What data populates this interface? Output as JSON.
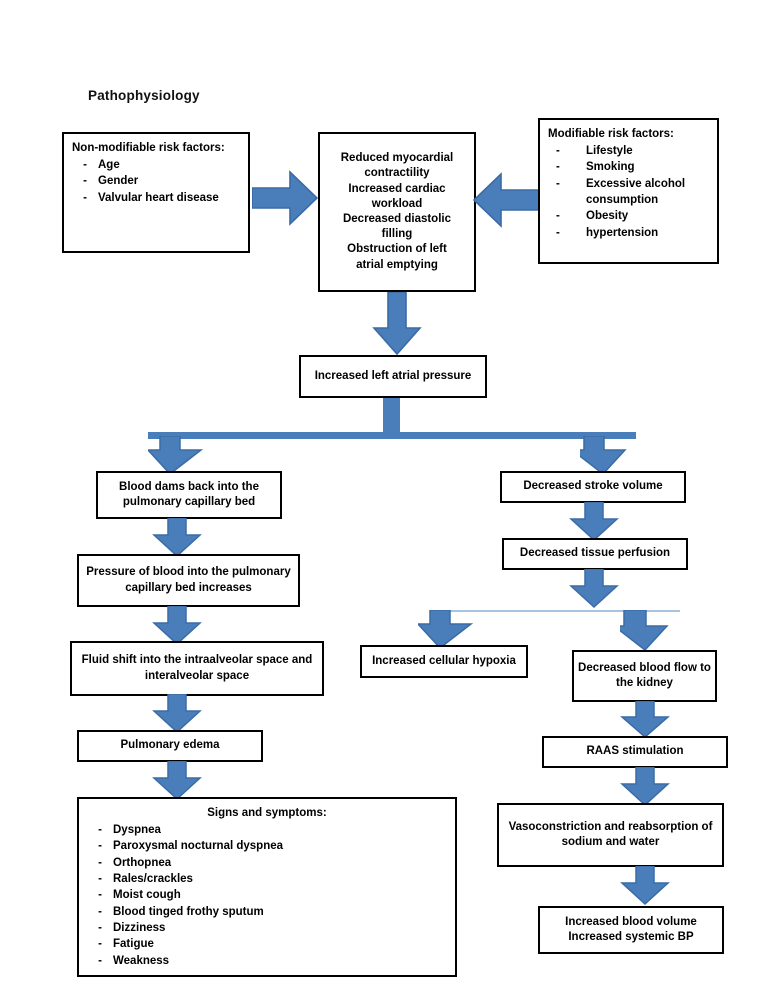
{
  "diagram": {
    "title": "Pathophysiology",
    "accent_color": "#4a7ebb",
    "accent_stroke": "#3a6ba5",
    "box_border_color": "#000000",
    "connector_thin_color": "#a8c4e0"
  },
  "boxes": {
    "non_modifiable": {
      "header": "Non-modifiable risk factors:",
      "items": [
        "Age",
        "Gender",
        "Valvular heart disease"
      ]
    },
    "cardiac_effects": {
      "lines": [
        "Reduced myocardial",
        "contractility",
        "Increased cardiac",
        "workload",
        "Decreased diastolic",
        "filling",
        "Obstruction of left",
        "atrial emptying"
      ]
    },
    "modifiable": {
      "header": "Modifiable risk factors:",
      "items": [
        "Lifestyle",
        "Smoking",
        "Excessive alcohol consumption",
        "Obesity",
        "hypertension"
      ]
    },
    "left_atrial_pressure": {
      "text": "Increased left atrial pressure"
    },
    "blood_dams": {
      "text": "Blood dams back into the pulmonary capillary bed"
    },
    "pressure_increases": {
      "text": "Pressure of blood into the pulmonary capillary bed increases"
    },
    "fluid_shift": {
      "text": "Fluid shift into the intraalveolar space and interalveolar space"
    },
    "pulmonary_edema": {
      "text": "Pulmonary edema"
    },
    "signs_symptoms": {
      "header": "Signs and symptoms:",
      "items": [
        "Dyspnea",
        "Paroxysmal nocturnal dyspnea",
        "Orthopnea",
        "Rales/crackles",
        "Moist cough",
        "Blood tinged frothy sputum",
        "Dizziness",
        "Fatigue",
        "Weakness"
      ]
    },
    "stroke_volume": {
      "text": "Decreased stroke volume"
    },
    "tissue_perfusion": {
      "text": "Decreased tissue perfusion"
    },
    "cellular_hypoxia": {
      "text": "Increased cellular hypoxia"
    },
    "kidney_blood_flow": {
      "text": "Decreased blood flow to the kidney"
    },
    "raas": {
      "text": "RAAS stimulation"
    },
    "vasoconstriction": {
      "text": "Vasoconstriction and reabsorption of sodium and water"
    },
    "blood_volume": {
      "text": "Increased blood volume Increased systemic BP"
    }
  },
  "bullet_dash": "-"
}
